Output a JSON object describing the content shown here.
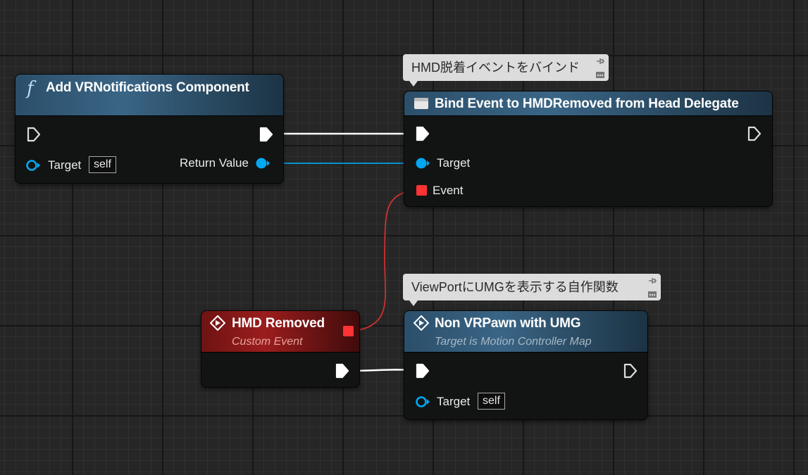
{
  "colors": {
    "exec_wire": "#ffffff",
    "object_pin": "#00a8f2",
    "delegate_pin": "#ff3333",
    "function_header": "#3a6585",
    "event_header": "#9b1d1d"
  },
  "nodes": {
    "add_component": {
      "icon": "function-icon",
      "icon_glyph": "f",
      "title": "Add VRNotifications Component",
      "target_label": "Target",
      "target_default": "self",
      "return_label": "Return Value"
    },
    "bind_event": {
      "icon": "event-dispatcher-icon",
      "title": "Bind Event to HMDRemoved from Head Delegate",
      "target_label": "Target",
      "event_label": "Event",
      "comment": "HMD脱着イベントをバインド"
    },
    "hmd_removed": {
      "icon": "custom-event-icon",
      "title": "HMD Removed",
      "subtitle": "Custom Event"
    },
    "non_vr_pawn": {
      "icon": "function-call-icon",
      "title": "Non VRPawn with UMG",
      "subtitle": "Target is Motion Controller Map",
      "target_label": "Target",
      "target_default": "self",
      "comment": "ViewPortにUMGを表示する自作関数"
    }
  }
}
